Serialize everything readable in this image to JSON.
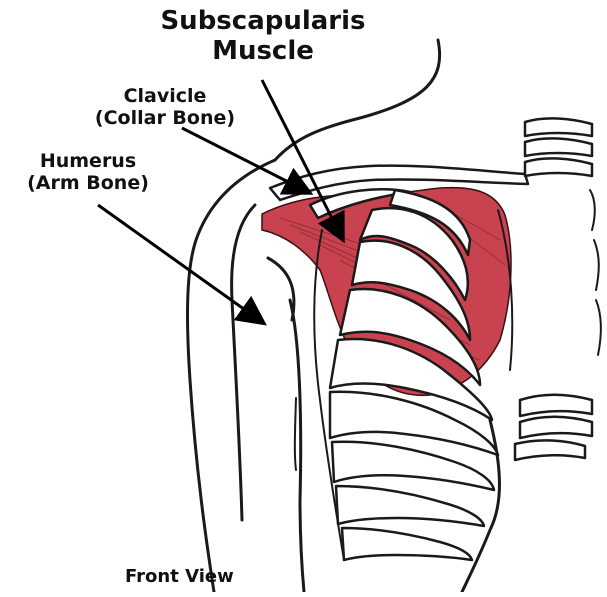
{
  "diagram": {
    "title_line1": "Subscapularis",
    "title_line2": "Muscle",
    "labels": {
      "clavicle_line1": "Clavicle",
      "clavicle_line2": "(Collar Bone)",
      "humerus_line1": "Humerus",
      "humerus_line2": "(Arm Bone)"
    },
    "caption": "Front View",
    "colors": {
      "muscle": "#c8434f",
      "outline": "#1a1a1a",
      "background": "#ffffff"
    }
  }
}
